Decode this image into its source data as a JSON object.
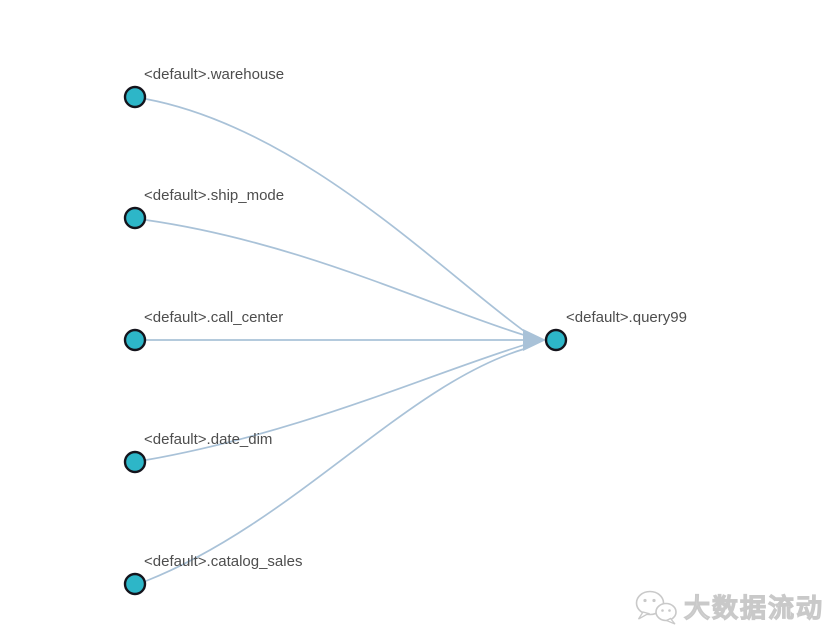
{
  "diagram": {
    "kind": "data-lineage-graph",
    "target": {
      "id": "query99",
      "label": "<default>.query99"
    },
    "sources": [
      {
        "id": "warehouse",
        "label": "<default>.warehouse"
      },
      {
        "id": "ship_mode",
        "label": "<default>.ship_mode"
      },
      {
        "id": "call_center",
        "label": "<default>.call_center"
      },
      {
        "id": "date_dim",
        "label": "<default>.date_dim"
      },
      {
        "id": "catalog_sales",
        "label": "<default>.catalog_sales"
      }
    ],
    "edges": [
      {
        "from": "<default>.warehouse",
        "to": "<default>.query99"
      },
      {
        "from": "<default>.ship_mode",
        "to": "<default>.query99"
      },
      {
        "from": "<default>.call_center",
        "to": "<default>.query99"
      },
      {
        "from": "<default>.date_dim",
        "to": "<default>.query99"
      },
      {
        "from": "<default>.catalog_sales",
        "to": "<default>.query99"
      }
    ]
  },
  "watermark": {
    "icon": "wechat-icon",
    "text": "大数据流动"
  },
  "colors": {
    "background": "#ffffff",
    "node_fill": "#2db6c8",
    "node_border": "#14141c",
    "edge": "#a9c2d8",
    "label": "#4d4d4d",
    "watermark": "#c9c9c9"
  }
}
